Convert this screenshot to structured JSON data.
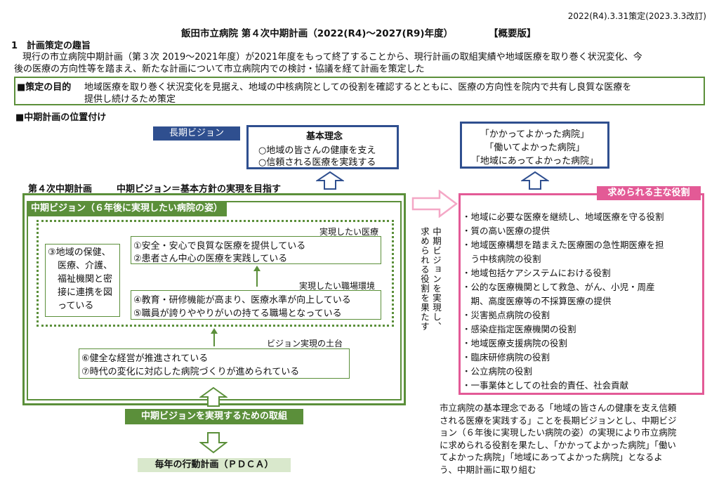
{
  "header": {
    "date_note": "2022(R4).3.31策定(2023.3.3改訂)",
    "title": "飯田市立病院 第４次中期計画（2022(R4)～2027(R9)年度）",
    "version_tag": "【概要版】"
  },
  "section1": {
    "heading": "1　計画策定の趣旨",
    "line1": "現行の市立病院中期計画（第３次 2019～2021年度）が2021年度をもって終了することから、現行計画の取組実績や地域医療を取り巻く状況変化、今",
    "line2": "後の医療の方向性等を踏まえ、新たな計画について市立病院内での検討・協議を経て計画を策定した"
  },
  "purpose": {
    "label": "■策定の目的",
    "line1": "地域医療を取り巻く状況変化を見据え、地域の中核病院としての役割を確認するとともに、医療の方向性を院内で共有し良質な医療を",
    "line2": "提供し続けるため策定"
  },
  "positioning_heading": "■中期計画の位置付け",
  "long_vision": {
    "label": "長期ビジョン",
    "principle_title": "基本理念",
    "principle_1": "○地域の皆さんの健康を支え",
    "principle_2": "○信頼される医療を実践する"
  },
  "slogans": [
    "「かかってよかった病院」",
    "「働いてよかった病院」",
    "「地域にあってよかった病院」"
  ],
  "plan4": {
    "label": "第４次中期計画",
    "subtitle": "中期ビジョン＝基本方針の実現を目指す",
    "mid_vision_title": "中期ビジョン（６年後に実現したい病院の姿）",
    "tag_medical": "実現したい医療",
    "goal_1": "①安全・安心で良質な医療を提供している",
    "goal_2": "②患者さん中心の医療を実践している",
    "goal_3_lines": [
      "③地域の保健、",
      "医療、介護、",
      "福祉機関と密",
      "接に連携を図",
      "っている"
    ],
    "tag_workplace": "実現したい職場環境",
    "goal_4": "④教育・研修機能が高まり、医療水準が向上している",
    "goal_5": "⑤職員が誇りややりがいの持てる職場となっている",
    "tag_foundation": "ビジョン実現の土台",
    "goal_6": "⑥健全な経営が推進されている",
    "goal_7": "⑦時代の変化に対応した病院づくりが進められている",
    "initiatives": "中期ビジョンを実現するための取組",
    "action_plan": "毎年の行動計画（ＰＤＣＡ）"
  },
  "middle_note": {
    "col1": "中期ビジョンを実現し、",
    "col2": "求められる役割を果たす"
  },
  "roles": {
    "title": "求められる主な役割",
    "items": [
      "・地域に必要な医療を継続し、地域医療を守る役割",
      "・質の高い医療の提供",
      "・地域医療構想を踏まえた医療圏の急性期医療を担",
      "　う中核病院の役割",
      "・地域包括ケアシステムにおける役割",
      "・公的な医療機関として救急、がん、小児・周産",
      "　期、高度医療等の不採算医療の提供",
      "・災害拠点病院の役割",
      "・感染症指定医療機関の役割",
      "・地域医療支援病院の役割",
      "・臨床研修病院の役割",
      "・公立病院の役割",
      "・一事業体としての社会的責任、社会貢献"
    ]
  },
  "summary_lines": [
    "市立病院の基本理念である「地域の皆さんの健康を支え信頼",
    "される医療を実践する」ことを長期ビジョンとし、中期ビジ",
    "ョン（６年後に実現したい病院の姿）の実現により市立病院",
    "に求められる役割を果たし、「かかってよかった病院」「働い",
    "てよかった病院」「地域にあってよかった病院」となるよ",
    "う、中期計画に取り組む"
  ],
  "colors": {
    "green": "#5b8f3a",
    "green_dark": "#4e7f31",
    "navy": "#2f4f8f",
    "pink": "#e35a96",
    "pink_light": "#f4a7c6"
  }
}
